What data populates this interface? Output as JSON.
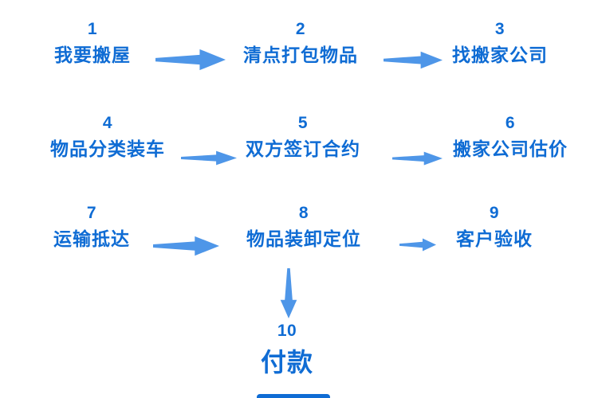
{
  "diagram": {
    "type": "flowchart",
    "topic": "moving-house-process",
    "colors": {
      "text": "#0F6CD4",
      "arrow": "#4E96E8",
      "background": "#FFFFFF"
    },
    "steps": [
      {
        "number": "1",
        "label": "我要搬屋"
      },
      {
        "number": "2",
        "label": "清点打包物品"
      },
      {
        "number": "3",
        "label": "找搬家公司"
      },
      {
        "number": "4",
        "label": "物品分类装车"
      },
      {
        "number": "5",
        "label": "双方签订合约"
      },
      {
        "number": "6",
        "label": "搬家公司估价"
      },
      {
        "number": "7",
        "label": "运输抵达"
      },
      {
        "number": "8",
        "label": "物品装卸定位"
      },
      {
        "number": "9",
        "label": "客户验收"
      },
      {
        "number": "10",
        "label": "付款"
      }
    ],
    "arrows": [
      {
        "from": "1",
        "to": "2",
        "direction": "right"
      },
      {
        "from": "2",
        "to": "3",
        "direction": "right"
      },
      {
        "from": "4",
        "to": "5",
        "direction": "right"
      },
      {
        "from": "5",
        "to": "6",
        "direction": "right"
      },
      {
        "from": "7",
        "to": "8",
        "direction": "right"
      },
      {
        "from": "8",
        "to": "9",
        "direction": "right"
      },
      {
        "from": "8",
        "to": "10",
        "direction": "down"
      }
    ]
  }
}
